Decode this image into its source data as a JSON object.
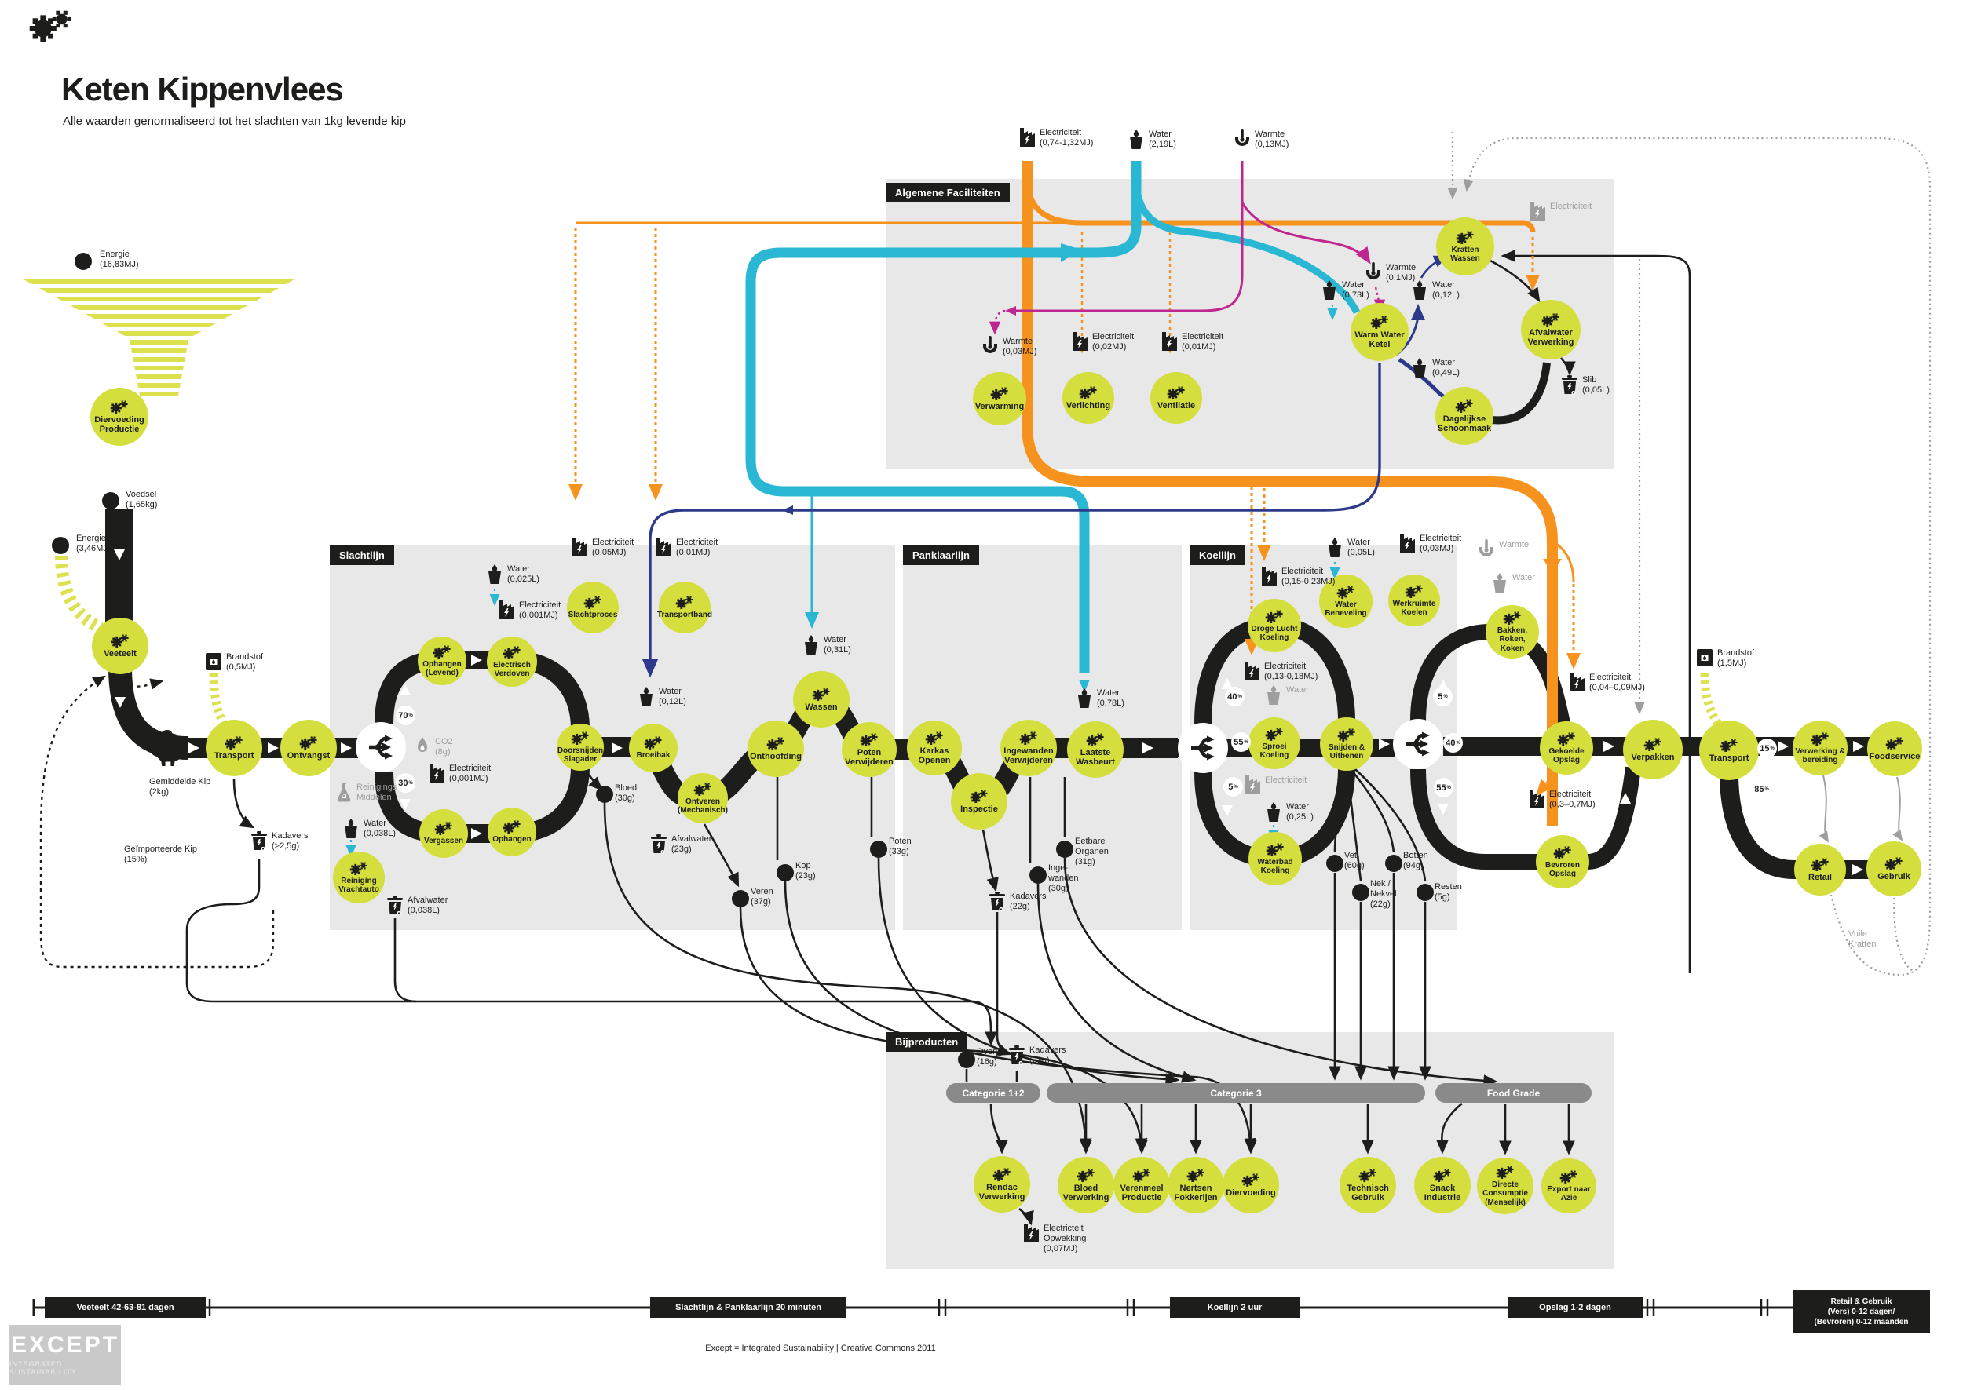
{
  "title": {
    "main": "Keten Kippenvlees",
    "subtitle": "Alle waarden genormaliseerd tot het slachten van 1kg levende kip",
    "footer": "Except = Integrated Sustainability | Creative Commons 2011",
    "logo_main": "EXCEPT",
    "logo_sub": "INTEGRATED SUSTAINABILITY"
  },
  "colors": {
    "lime": "#d4df3e",
    "black": "#1d1d1b",
    "panel_gray": "#e8e8e8",
    "orange": "#f6921e",
    "cyan": "#29b7d3",
    "magenta": "#c0268f",
    "navy": "#2d3a8c",
    "gray": "#9e9e9e",
    "bar_gray": "#8a8a8a"
  },
  "sections": {
    "slachtlijn": "Slachtlijn",
    "panklaarlijn": "Panklaarlijn",
    "koellijn": "Koellijn",
    "algemene": "Algemene Faciliteiten",
    "bijproducten": "Bijproducten"
  },
  "nodes": {
    "diervoeding_prod": "Diervoeding\nProductie",
    "veeteelt": "Veeteelt",
    "transport1": "Transport",
    "ontvangst": "Ontvangst",
    "reiniging": "Reiniging\nVrachtauto",
    "ophangen_levend": "Ophangen\n(Levend)",
    "verdoven": "Electrisch\nVerdoven",
    "vergassen": "Vergassen",
    "ophangen2": "Ophangen",
    "slachtproces": "Slachtproces",
    "transportband": "Transportband",
    "doorsnijden": "Doorsnijden\nSlagader",
    "broeibak": "Broeibak",
    "ontveren": "Ontveren\n(Mechanisch)",
    "onthoofding": "Onthoofding",
    "wassen": "Wassen",
    "poten_verw": "Poten\nVerwijderen",
    "karkas": "Karkas\nOpenen",
    "inspectie": "Inspectie",
    "ingew_verw": "Ingewanden\nVerwijderen",
    "laatste": "Laatste\nWasbeurt",
    "droge": "Droge Lucht\nKoeling",
    "beneveling": "Water\nBeneveling",
    "werkruimte": "Werkruimte\nKoelen",
    "sproei": "Sproei\nKoeling",
    "waterbad": "Waterbad\nKoeling",
    "snijden": "Snijden &\nUitbenen",
    "bakken": "Bakken,\nRoken,\nKoken",
    "gekoelde": "Gekoelde\nOpslag",
    "bevroren": "Bevroren\nOpslag",
    "verpakken": "Verpakken",
    "transport2": "Transport",
    "verwerking": "Verwerking &\nbereiding",
    "foodservice": "Foodservice",
    "retail": "Retail",
    "gebruik": "Gebruik",
    "verwarming": "Verwarming",
    "verlichting": "Verlichting",
    "ventilatie": "Ventilatie",
    "kratten_wassen": "Kratten Wassen",
    "wwketel": "Warm Water\nKetel",
    "afvalwater_verw": "Afvalwater\nVerwerking",
    "schoonmaak": "Dagelijkse\nSchoonmaak",
    "rendac": "Rendac\nVerwerking",
    "bloed_verw": "Bloed\nVerwerking",
    "verenmeel": "Verenmeel\nProductie",
    "nertsen": "Nertsen\nFokkerijen",
    "diervoeding2": "Diervoeding",
    "technisch": "Technisch\nGebruik",
    "snack": "Snack\nIndustrie",
    "directe": "Directe\nConsumptie\n(Menselijk)",
    "export": "Export naar\nAzië"
  },
  "res": {
    "energie_1683": "Energie\n(16,83MJ)",
    "voedsel": "Voedsel\n(1,65kg)",
    "energie_346": "Energie\n(3,46MJ)",
    "brandstof_05": "Brandstof\n(0,5MJ)",
    "gem_kip": "Gemiddelde Kip\n(2kg)",
    "geimp_kip": "Geïmporteerde Kip\n(15%)",
    "kad_25": "Kadavers\n(>2,5g)",
    "rein_mid": "Reinigings\nMiddelen",
    "water_0038": "Water\n(0,038L)",
    "afval_0038": "Afvalwater\n(0,038L)",
    "water_0025": "Water\n(0,025L)",
    "elec_0001a": "Electriciteit\n(0,001MJ)",
    "co2": "CO2\n(8g)",
    "elec_0001b": "Electriciteit\n(0,001MJ)",
    "elec_005": "Electriciteit\n(0,05MJ)",
    "elec_001a": "Electriciteit\n(0,01MJ)",
    "bloed": "Bloed\n(30g)",
    "water_012a": "Water\n(0,12L)",
    "afval_23": "Afvalwater\n(23g)",
    "veren": "Veren\n(37g)",
    "kop": "Kop\n(23g)",
    "water_031": "Water\n(0,31L)",
    "poten": "Poten\n(33g)",
    "kad_22": "Kadavers\n(22g)",
    "ingewanden": "Inge-\nwanden\n(30g)",
    "eetbare": "Eetbare\nOrganen\n(31g)",
    "water_078": "Water\n(0,78L)",
    "elec_074": "Electriciteit\n(0,74-1,32MJ)",
    "water_219": "Water\n(2,19L)",
    "warmte_013": "Warmte\n(0,13MJ)",
    "warmte_003": "Warmte\n(0,03MJ)",
    "elec_002": "Electriciteit\n(0,02MJ)",
    "elec_001b": "Electriciteit\n(0,01MJ)",
    "elec_gray": "Electriciteit",
    "warmte_01": "Warmte\n(0,1MJ)",
    "water_073": "Water\n(0,73L)",
    "water_012b": "Water\n(0,12L)",
    "water_049": "Water\n(0,49L)",
    "slib": "Slib\n(0,05L)",
    "elec_01523": "Electriciteit\n(0,15-0,23MJ)",
    "water_005": "Water\n(0,05L)",
    "elec_003": "Electriciteit\n(0,03MJ)",
    "elec_01318": "Electriciteit\n(0,13-0,18MJ)",
    "water_gray1": "Water",
    "elec_gray2": "Electriciteit",
    "water_025": "Water\n(0,25L)",
    "warmte_gray": "Warmte",
    "water_gray2": "Water",
    "elec_00409": "Electriciteit\n(0,04–0,09MJ)",
    "elec_0307": "Electriciteit\n(0,3–0,7MJ)",
    "brandstof_15": "Brandstof\n(1,5MJ)",
    "vet": "Vet\n(60g)",
    "botten": "Botten\n(94g)",
    "nek": "Nek /\nNekvel\n(22g)",
    "resten": "Resten\n(5g)",
    "overige": "Overige\n(16g)",
    "kad_23": "Kadavers\n(23g)",
    "elec_opw": "Electricteit\nOpwekking\n(0,07MJ)",
    "vuile": "Vuile\nKratten"
  },
  "badges": {
    "b70": "70",
    "b30": "30",
    "b40": "40",
    "b55": "55",
    "b5": "5",
    "b15": "15",
    "b85": "85",
    "pct": "%"
  },
  "bars": {
    "cat12": "Categorie 1+2",
    "cat3": "Categorie 3",
    "food": "Food Grade"
  },
  "timeline": {
    "t1": "Veeteelt  42-63-81 dagen",
    "t2": "Slachtlijn & Panklaarlijn 20 minuten",
    "t3": "Koellijn 2 uur",
    "t4": "Opslag 1-2 dagen",
    "t5": "Retail & Gebruik\n(Vers)  0-12 dagen/\n(Bevroren)  0-12 maanden"
  }
}
